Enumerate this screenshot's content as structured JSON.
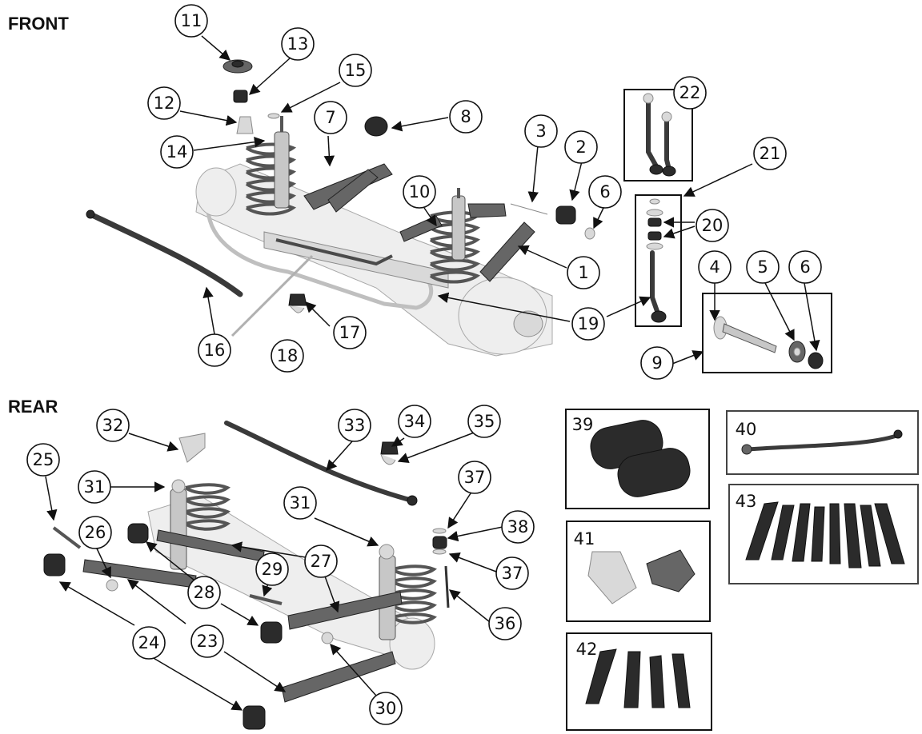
{
  "sections": {
    "front": "FRONT",
    "rear": "REAR"
  },
  "callouts": {
    "front": [
      "11",
      "13",
      "15",
      "12",
      "7",
      "8",
      "14",
      "3",
      "2",
      "22",
      "10",
      "6",
      "21",
      "20",
      "1",
      "4",
      "5",
      "6",
      "16",
      "17",
      "18",
      "19",
      "9"
    ],
    "rear": [
      "32",
      "33",
      "34",
      "35",
      "25",
      "37",
      "31",
      "31",
      "38",
      "26",
      "29",
      "27",
      "37",
      "28",
      "36",
      "24",
      "23",
      "30"
    ],
    "kits": [
      "39",
      "40",
      "41",
      "42",
      "43"
    ]
  }
}
